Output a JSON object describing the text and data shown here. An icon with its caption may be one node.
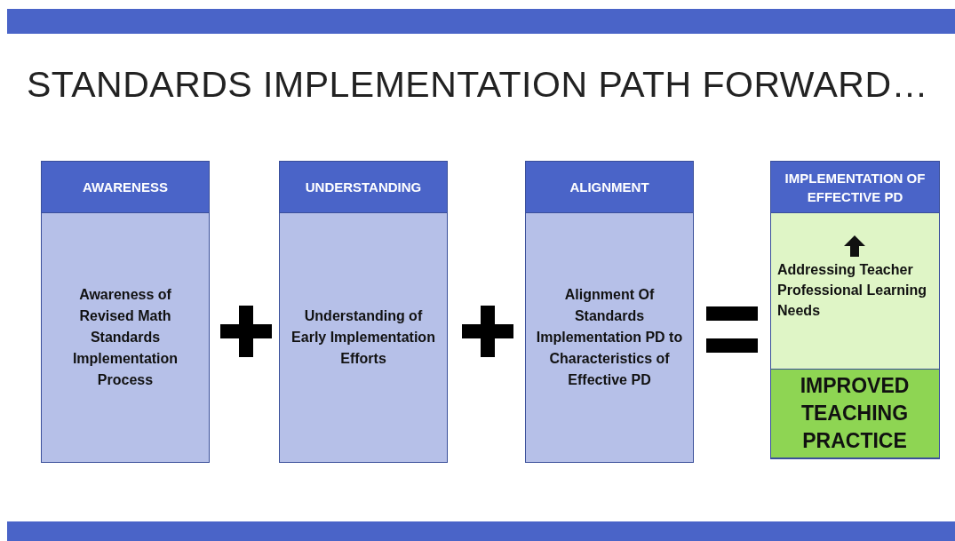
{
  "diagram": {
    "title": "STANDARDS IMPLEMENTATION PATH FORWARD…",
    "nodes": [
      {
        "text": [
          "AWARENESS",
          "Awareness of Revised Math Standards Implementation Process"
        ]
      },
      {
        "text": [
          "UNDERSTANDING",
          "Understanding of Early Implementation Efforts"
        ]
      },
      {
        "text": [
          "ALIGNMENT",
          "Alignment Of Standards Implementation PD to Characteristics of Effective PD"
        ]
      },
      {
        "text": [
          "IMPLEMENTATION OF EFFECTIVE PD",
          "Addressing Teacher Professional Learning Needs"
        ]
      },
      {
        "text": [
          "IMPROVED TEACHING PRACTICE"
        ],
        "in": 3
      }
    ]
  }
}
